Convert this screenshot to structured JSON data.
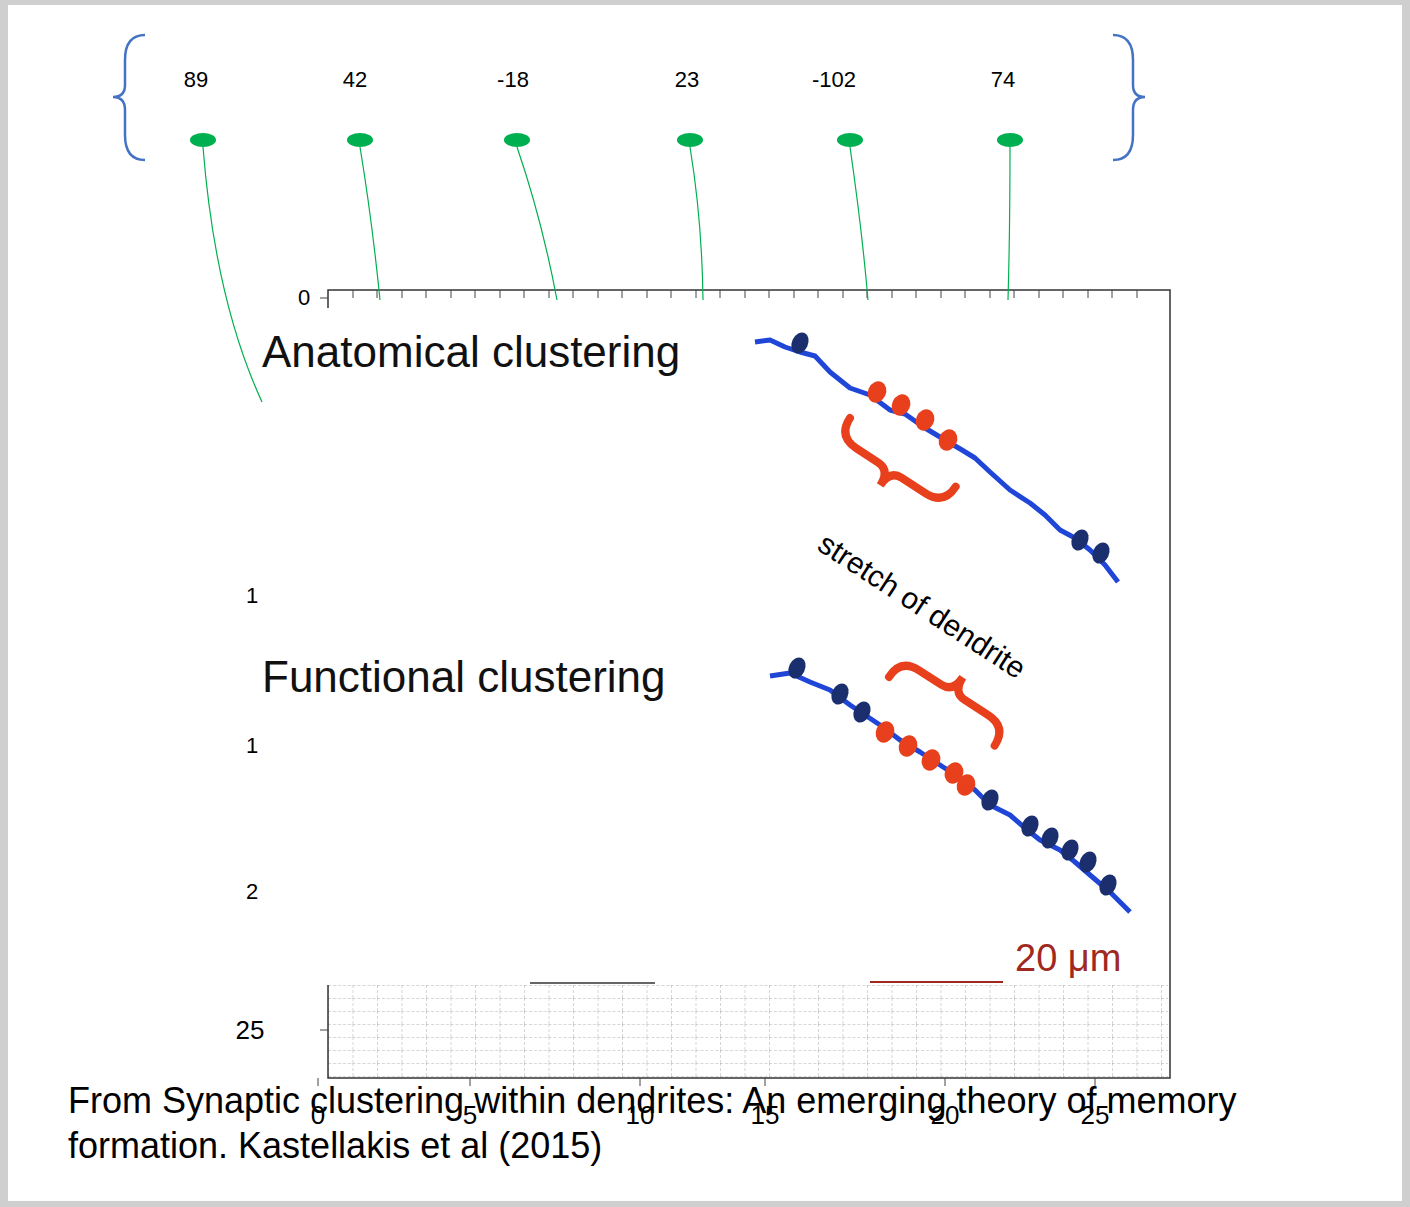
{
  "diagram": {
    "caption": "From Synaptic clustering within dendrites: An emerging theory of memory formation. Kastellakis et al (2015)",
    "labels": [
      "89",
      "42",
      "-18",
      "23",
      "-102",
      "74",
      "0",
      "Anatomical clustering",
      "stretch of dendrite",
      "1",
      "Functional clustering",
      "1",
      "2",
      "20 μm",
      "25",
      "0",
      "5",
      "10",
      "15",
      "20",
      "25"
    ]
  }
}
